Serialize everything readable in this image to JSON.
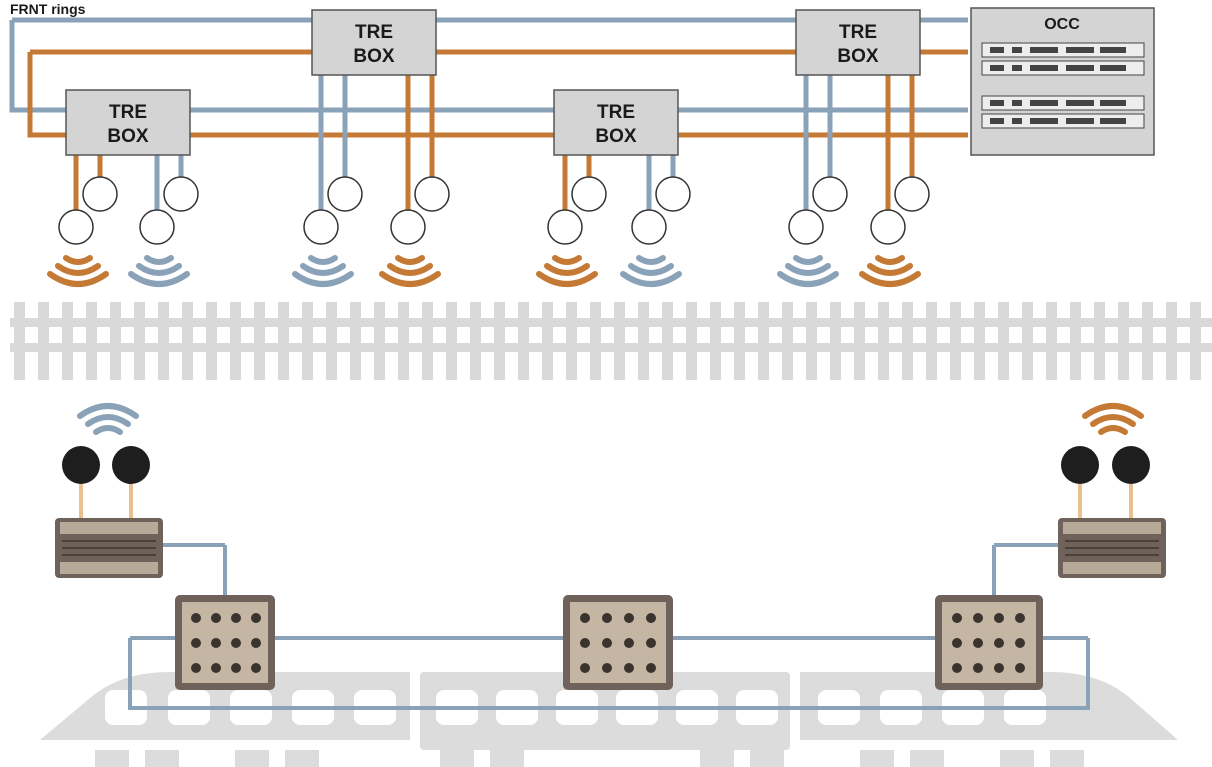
{
  "ring_label": "FRNT rings",
  "occ_label": "OCC",
  "tre_boxes": [
    {
      "line1": "TRE",
      "line2": "BOX"
    },
    {
      "line1": "TRE",
      "line2": "BOX"
    },
    {
      "line1": "TRE",
      "line2": "BOX"
    },
    {
      "line1": "TRE",
      "line2": "BOX"
    }
  ],
  "colors": {
    "ring_blue": "#8aa2b8",
    "ring_orange": "#c47a35",
    "box_fill": "#d4d4d4",
    "track": "#d9d9d9",
    "train": "#dcdcdc",
    "antenna": "#1e1e1e",
    "device_body": "#6e625a",
    "device_panel": "#b8aa98"
  }
}
